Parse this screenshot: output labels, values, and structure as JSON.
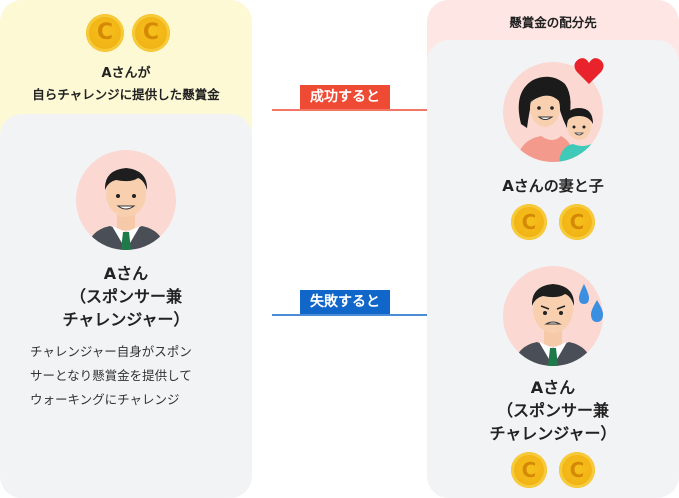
{
  "left": {
    "prize_line1": "Aさんが",
    "prize_line2": "自らチャレンジに提供した懸賞金",
    "person_name": [
      "Aさん",
      "（スポンサー兼",
      "チャレンジャー）"
    ],
    "description": [
      "チャレンジャー自身がスポン",
      "サーとなり懸賞金を提供して",
      "ウォーキングにチャレンジ"
    ]
  },
  "right": {
    "title": "懸賞金の配分先",
    "success_recipient": "Aさんの妻と子",
    "failure_recipient": [
      "Aさん",
      "（スポンサー兼",
      "チャレンジャー）"
    ]
  },
  "arrows": {
    "success_label": "成功すると",
    "failure_label": "失敗すると"
  },
  "colors": {
    "success": "#ee4a34",
    "failure": "#1067c9",
    "coin": "#f2b516",
    "prize_bg": "#fdf9d5",
    "distribution_bg": "#fde6e3",
    "card_bg": "#f2f3f5"
  },
  "coin_glyph": "C"
}
